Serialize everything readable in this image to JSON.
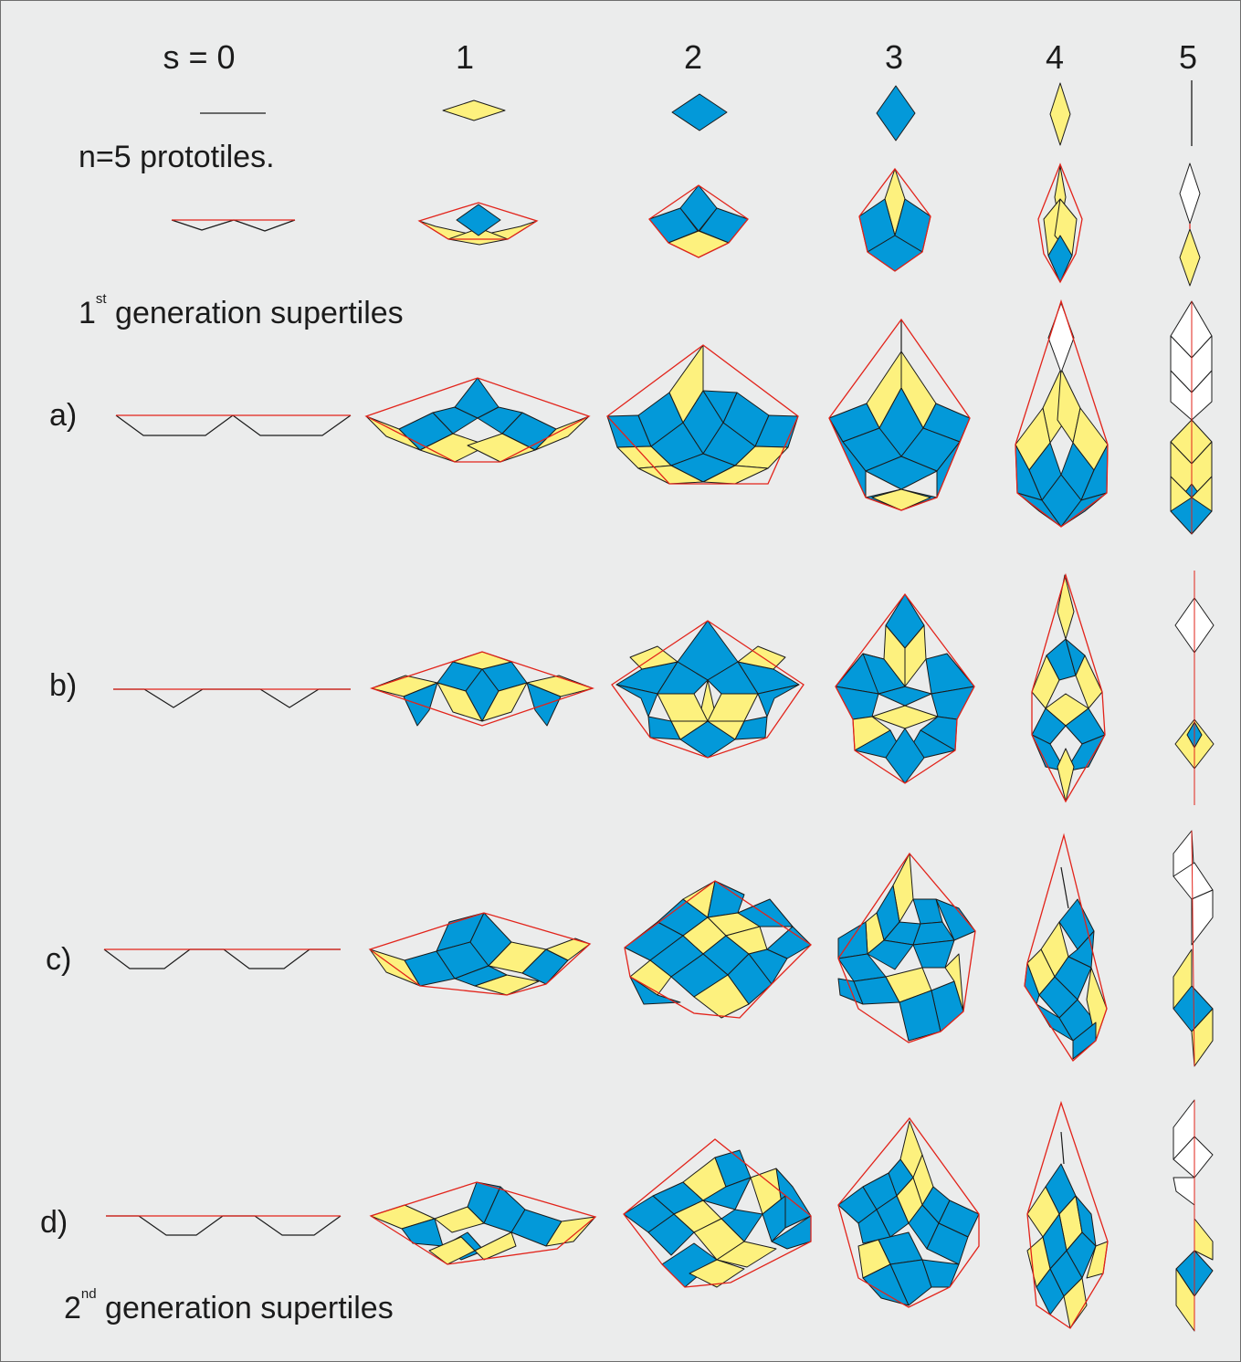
{
  "columns": [
    "s = 0",
    "1",
    "2",
    "3",
    "4",
    "5"
  ],
  "prototiles_caption": "n=5 prototiles.",
  "first_gen": {
    "base": "1",
    "sup": "st",
    "rest": " generation supertiles"
  },
  "second_gen": {
    "base": "2",
    "sup": "nd",
    "rest": " generation supertiles"
  },
  "row_labels": [
    "a)",
    "b)",
    "c)",
    "d)"
  ],
  "colors": {
    "background": "#ebecec",
    "thin_rhomb": "#fdf17e",
    "thick_rhomb": "#0399d9",
    "white_rhomb": "#ffffff",
    "outline": "#1b1b1b",
    "supertile_edge": "#e2231a"
  }
}
